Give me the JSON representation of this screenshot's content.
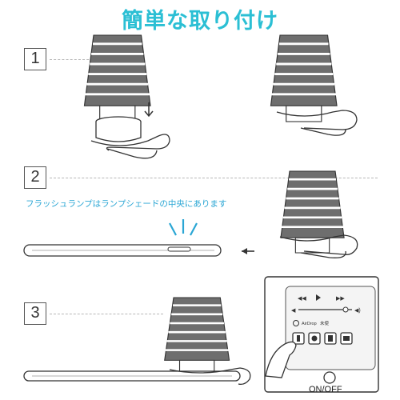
{
  "title": "簡単な取り付け",
  "steps": {
    "s1": "1",
    "s2": "2",
    "s3": "3"
  },
  "step2_note": "フラッシュランプはランプシェードの中央にあります",
  "remote": {
    "airdrop_label": "AirDrop",
    "airdrop_status": "未使",
    "onoff_label": "ON/OFF"
  },
  "colors": {
    "title": "#2bbfd4",
    "note": "#2aa6d4",
    "stroke": "#333333",
    "shade_gray": "#6e6e6e"
  }
}
